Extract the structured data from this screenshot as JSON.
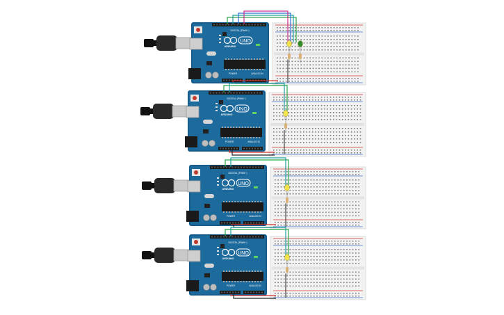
{
  "colors": {
    "board": "#1d6a9c",
    "board_dark": "#114f78",
    "header": "#1b1b1b",
    "breadboard": "#f2f2f2",
    "breadboard_edge": "#d6d6d6",
    "rail_red": "#d0312d",
    "rail_blue": "#3b6fc9",
    "wire_green": "#2aa84a",
    "wire_teal": "#1fa0a0",
    "wire_blue": "#3470d6",
    "wire_magenta": "#cc2c8b",
    "wire_red": "#d0312d",
    "wire_black": "#222222",
    "led_yellow": "#f2e44a",
    "led_green": "#2e8b2e",
    "resistor": "#d9b27a",
    "usb_metal": "#c9c9c9",
    "usb_plug": "#2a2a2a"
  },
  "board_labels": {
    "logo_text": "UNO",
    "brand": "ARDUINO",
    "digital": "DIGITAL (PWM~)",
    "analog": "ANALOG IN",
    "power": "POWER",
    "on": "ON"
  },
  "circuits": [
    {
      "id": "circuit-1",
      "leds": [
        "yellow",
        "green"
      ],
      "wires": [
        "green",
        "teal",
        "blue",
        "magenta"
      ]
    },
    {
      "id": "circuit-2",
      "leds": [
        "yellow"
      ],
      "wires": [
        "green",
        "teal"
      ]
    },
    {
      "id": "circuit-3",
      "leds": [
        "yellow"
      ],
      "wires": [
        "green",
        "teal"
      ]
    },
    {
      "id": "circuit-4",
      "leds": [
        "yellow"
      ],
      "wires": [
        "green",
        "teal"
      ]
    }
  ]
}
